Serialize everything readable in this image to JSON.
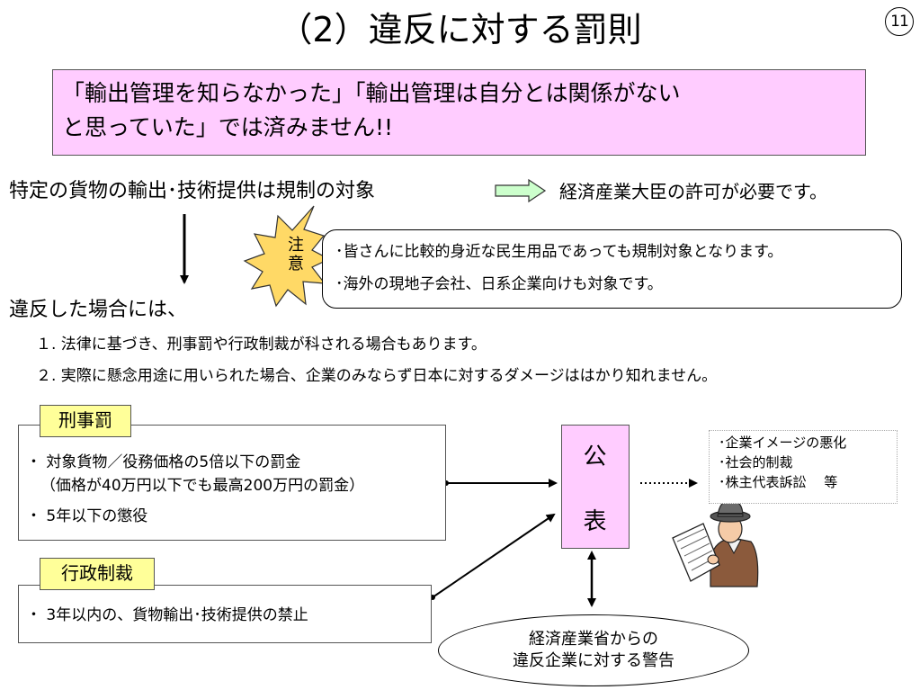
{
  "title": "（2）違反に対する罰則",
  "slide_number": "11",
  "warning": {
    "line1": "「輸出管理を知らなかった」「輸出管理は自分とは関係がない",
    "line2": "と思っていた」では済みません!!"
  },
  "subject": {
    "text": "特定の貨物の輸出･技術提供は規制の対象",
    "permit": "経済産業大臣の許可が必要です。"
  },
  "note": {
    "burst_label": "注意",
    "item1": "･皆さんに比較的身近な民生用品であっても規制対象となります。",
    "item2": "･海外の現地子会社、日系企業向けも対象です。"
  },
  "violation": {
    "heading": "違反した場合には、",
    "item1": "１. 法律に基づき、刑事罰や行政制裁が科される場合もあります。",
    "item2": "２. 実際に懸念用途に用いられた場合、企業のみならず日本に対するダメージははかり知れません。"
  },
  "criminal": {
    "tag": "刑事罰",
    "line1": "・ 対象貨物／役務価格の5倍以下の罰金",
    "line2": "（価格が40万円以下でも最高200万円の罰金）",
    "line3": "・ 5年以下の懲役"
  },
  "admin": {
    "tag": "行政制裁",
    "line1": "・ 3年以内の、貨物輸出･技術提供の禁止"
  },
  "publish": {
    "char1": "公",
    "char2": "表"
  },
  "effects": {
    "item1": "･企業イメージの悪化",
    "item2": "･社会的制裁",
    "item3": "･株主代表訴訟　 等"
  },
  "meti": {
    "line1": "経済産業省からの",
    "line2": "違反企業に対する警告"
  },
  "colors": {
    "warning_bg": "#ffccff",
    "tag_bg": "#ffff99",
    "burst_fill": "#ffd966",
    "arrow_fill": "#ccffcc"
  },
  "icons": {
    "newspaper_reader": "man-reading-newspaper-illustration"
  }
}
